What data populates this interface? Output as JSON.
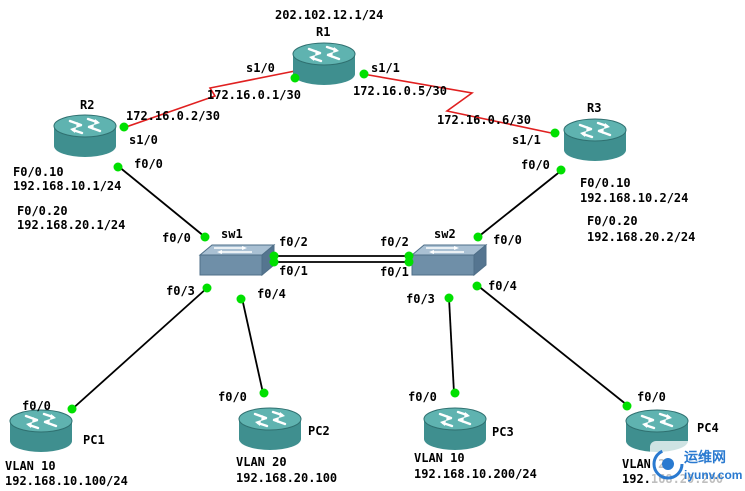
{
  "colors": {
    "router_body": "#3f8f8f",
    "router_top": "#5fb3b0",
    "switch_body": "#6f8fa8",
    "switch_top": "#a9c0d3",
    "serial_link": "#e02020",
    "eth_link": "#000000",
    "port_dot": "#00e000",
    "watermark": "#2a7ad0"
  },
  "top_network": "202.102.12.1/24",
  "devices": {
    "r1": {
      "name": "R1",
      "icon": "router-icon"
    },
    "r2": {
      "name": "R2",
      "icon": "router-icon"
    },
    "r3": {
      "name": "R3",
      "icon": "router-icon"
    },
    "sw1": {
      "name": "sw1",
      "icon": "switch-icon"
    },
    "sw2": {
      "name": "sw2",
      "icon": "switch-icon"
    },
    "pc1": {
      "name": "PC1",
      "icon": "router-icon",
      "vlan": "VLAN 10",
      "ip": "192.168.10.100/24",
      "port": "f0/0"
    },
    "pc2": {
      "name": "PC2",
      "icon": "router-icon",
      "vlan": "VLAN 20",
      "ip": "192.168.20.100",
      "port": "f0/0"
    },
    "pc3": {
      "name": "PC3",
      "icon": "router-icon",
      "vlan": "VLAN 10",
      "ip": "192.168.10.200/24",
      "port": "f0/0"
    },
    "pc4": {
      "name": "PC4",
      "icon": "router-icon",
      "vlan": "VLAN 20",
      "ip": "192.168.20.200",
      "port": "f0/0"
    }
  },
  "ports": {
    "r1_s10": "s1/0",
    "r1_s11": "s1/1",
    "r1_s10_ip": "172.16.0.1/30",
    "r1_s11_ip": "172.16.0.5/30",
    "r2_s10": "s1/0",
    "r2_s10_ip": "172.16.0.2/30",
    "r2_f00": "f0/0",
    "r2_sub10": "F0/0.10",
    "r2_sub10_ip": "192.168.10.1/24",
    "r2_sub20": "F0/0.20",
    "r2_sub20_ip": "192.168.20.1/24",
    "r3_s11": "s1/1",
    "r3_s11_ip": "172.16.0.6/30",
    "r3_f00": "f0/0",
    "r3_sub10": "F0/0.10",
    "r3_sub10_ip": "192.168.10.2/24",
    "r3_sub20": "F0/0.20",
    "r3_sub20_ip": "192.168.20.2/24",
    "sw1_f00": "f0/0",
    "sw1_f01": "f0/1",
    "sw1_f02": "f0/2",
    "sw1_f03": "f0/3",
    "sw1_f04": "f0/4",
    "sw2_f00": "f0/0",
    "sw2_f01": "f0/1",
    "sw2_f02": "f0/2",
    "sw2_f03": "f0/3",
    "sw2_f04": "f0/4"
  },
  "watermark": {
    "title": "运维网",
    "url": "iyunv.com"
  }
}
